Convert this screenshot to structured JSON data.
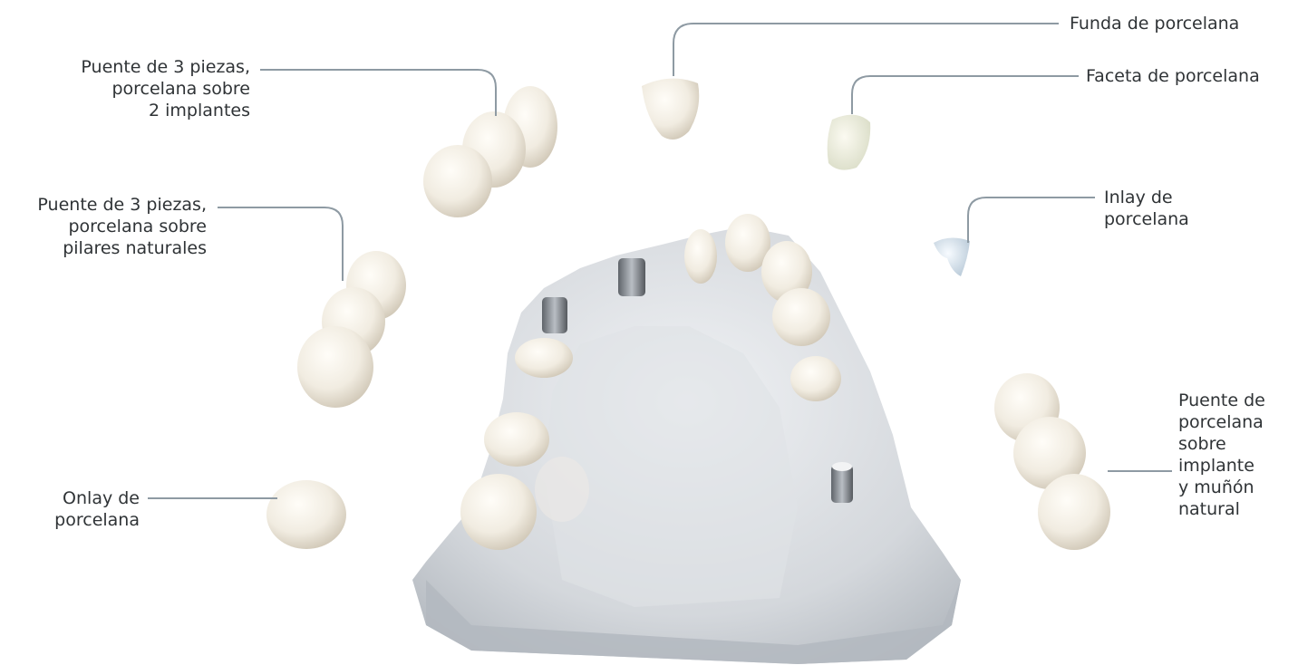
{
  "callouts": [
    {
      "id": "funda",
      "lines": [
        "Funda de porcelana"
      ]
    },
    {
      "id": "faceta",
      "lines": [
        "Faceta de porcelana"
      ]
    },
    {
      "id": "puente-implantes",
      "lines": [
        "Puente de 3 piezas,",
        "porcelana sobre",
        "2 implantes"
      ]
    },
    {
      "id": "puente-pilares",
      "lines": [
        "Puente de 3 piezas,",
        "porcelana sobre",
        "pilares naturales"
      ]
    },
    {
      "id": "inlay",
      "lines": [
        "Inlay de",
        "porcelana"
      ]
    },
    {
      "id": "onlay",
      "lines": [
        "Onlay de",
        "porcelana"
      ]
    },
    {
      "id": "puente-mixto",
      "lines": [
        "Puente de",
        "porcelana",
        "sobre",
        "implante",
        "y muñón",
        "natural"
      ]
    }
  ],
  "colors": {
    "leader": "#8e9aa3",
    "text": "#2f3336",
    "porcelain": "#f3efe6",
    "porcelain_shadow": "#d9d2c4",
    "model_base": "#c9ccd2",
    "model_highlight": "#eceef1",
    "metal": "#7d8288"
  }
}
